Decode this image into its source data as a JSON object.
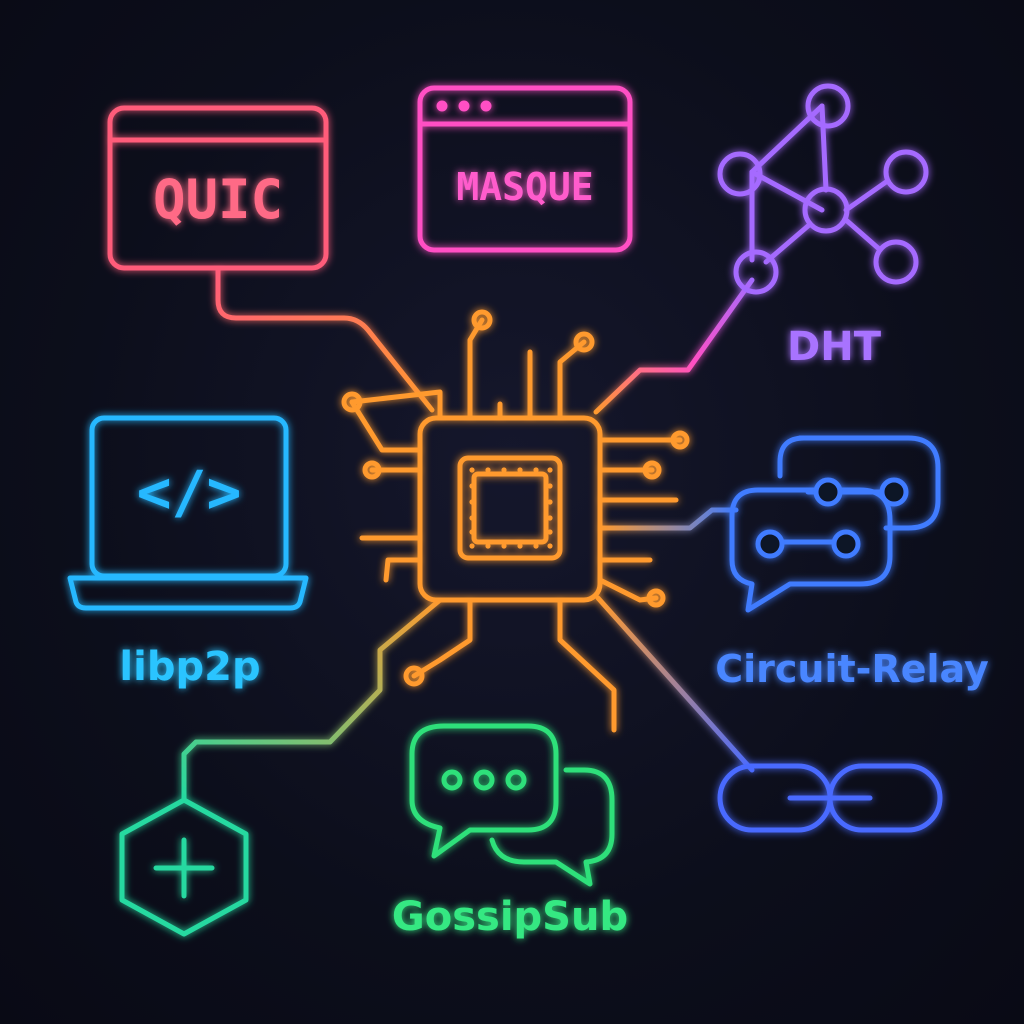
{
  "nodes": {
    "quic": {
      "label": "QUIC",
      "icon": "window-icon",
      "color": "#ff5c7a"
    },
    "masque": {
      "label": "MASQUE",
      "icon": "window-icon",
      "color": "#ff4fc4"
    },
    "dht": {
      "label": "DHT",
      "icon": "graph-icon",
      "color": "#a56bff"
    },
    "libp2p": {
      "label": "libp2p",
      "icon": "laptop-code-icon",
      "color": "#27b8ff"
    },
    "relay": {
      "label": "Circuit-Relay",
      "icon": "chat-bubbles-icon",
      "color": "#3f7bff"
    },
    "gossip": {
      "label": "GossipSub",
      "icon": "chat-dots-icon",
      "color": "#2fe07a"
    },
    "plus": {
      "label": "",
      "icon": "hexagon-plus-icon",
      "color": "#25d9a0"
    },
    "link": {
      "label": "",
      "icon": "chain-link-icon",
      "color": "#4a6bff"
    },
    "hub": {
      "label": "",
      "icon": "chip-icon",
      "color": "#ff9a2e"
    }
  },
  "code_glyph": "</>"
}
